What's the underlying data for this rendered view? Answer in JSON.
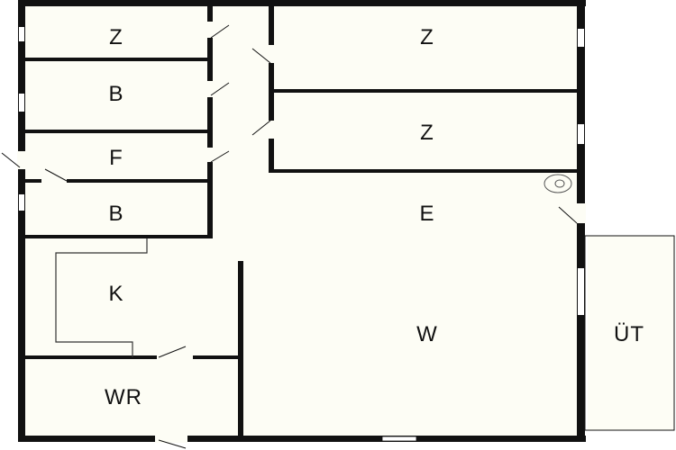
{
  "rooms": {
    "z1": "Z",
    "z2": "Z",
    "z3": "Z",
    "b1": "B",
    "f": "F",
    "b2": "B",
    "e": "E",
    "k": "K",
    "w": "W",
    "wr": "WR",
    "ut": "ÜT"
  },
  "icons": {
    "door": "door-swing-icon",
    "window": "window-icon",
    "heater": "heater-icon"
  },
  "colors": {
    "floor": "#fdfdf5",
    "wall": "#111111",
    "window": "#ffffff"
  }
}
